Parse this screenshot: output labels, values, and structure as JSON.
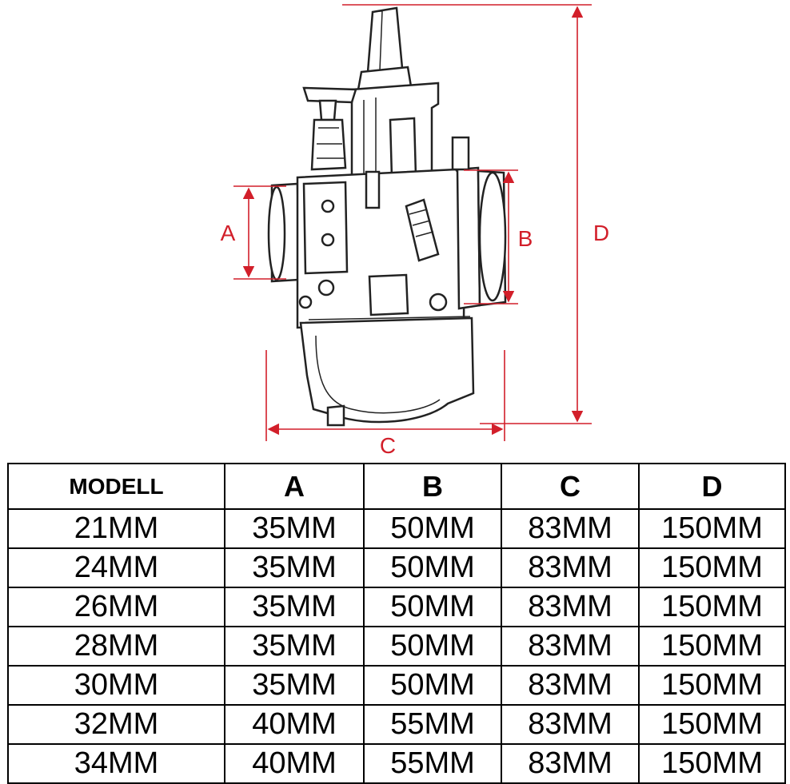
{
  "diagram": {
    "labels": {
      "a": "A",
      "b": "B",
      "c": "C",
      "d": "D"
    },
    "dimension_color": "#d21f2a",
    "illustration": "carburetor-line-drawing"
  },
  "table": {
    "headers": [
      "MODELL",
      "A",
      "B",
      "C",
      "D"
    ],
    "rows": [
      [
        "21MM",
        "35MM",
        "50MM",
        "83MM",
        "150MM"
      ],
      [
        "24MM",
        "35MM",
        "50MM",
        "83MM",
        "150MM"
      ],
      [
        "26MM",
        "35MM",
        "50MM",
        "83MM",
        "150MM"
      ],
      [
        "28MM",
        "35MM",
        "50MM",
        "83MM",
        "150MM"
      ],
      [
        "30MM",
        "35MM",
        "50MM",
        "83MM",
        "150MM"
      ],
      [
        "32MM",
        "40MM",
        "55MM",
        "83MM",
        "150MM"
      ],
      [
        "34MM",
        "40MM",
        "55MM",
        "83MM",
        "150MM"
      ]
    ]
  }
}
